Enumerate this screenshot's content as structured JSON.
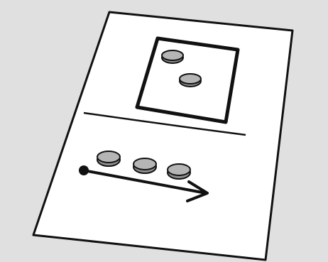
{
  "illustration": {
    "background_color": "#e0e0e0",
    "paper_color": "#ffffff",
    "ink_color": "#111111",
    "token_fill": "#b5b5b5",
    "token_shadow": "#8f8f8f",
    "upper_panel": {
      "token_count": 2
    },
    "lower_panel": {
      "token_count": 3,
      "arrow": {
        "icon": "arrow-right-icon",
        "start_marker": "dot"
      }
    }
  }
}
